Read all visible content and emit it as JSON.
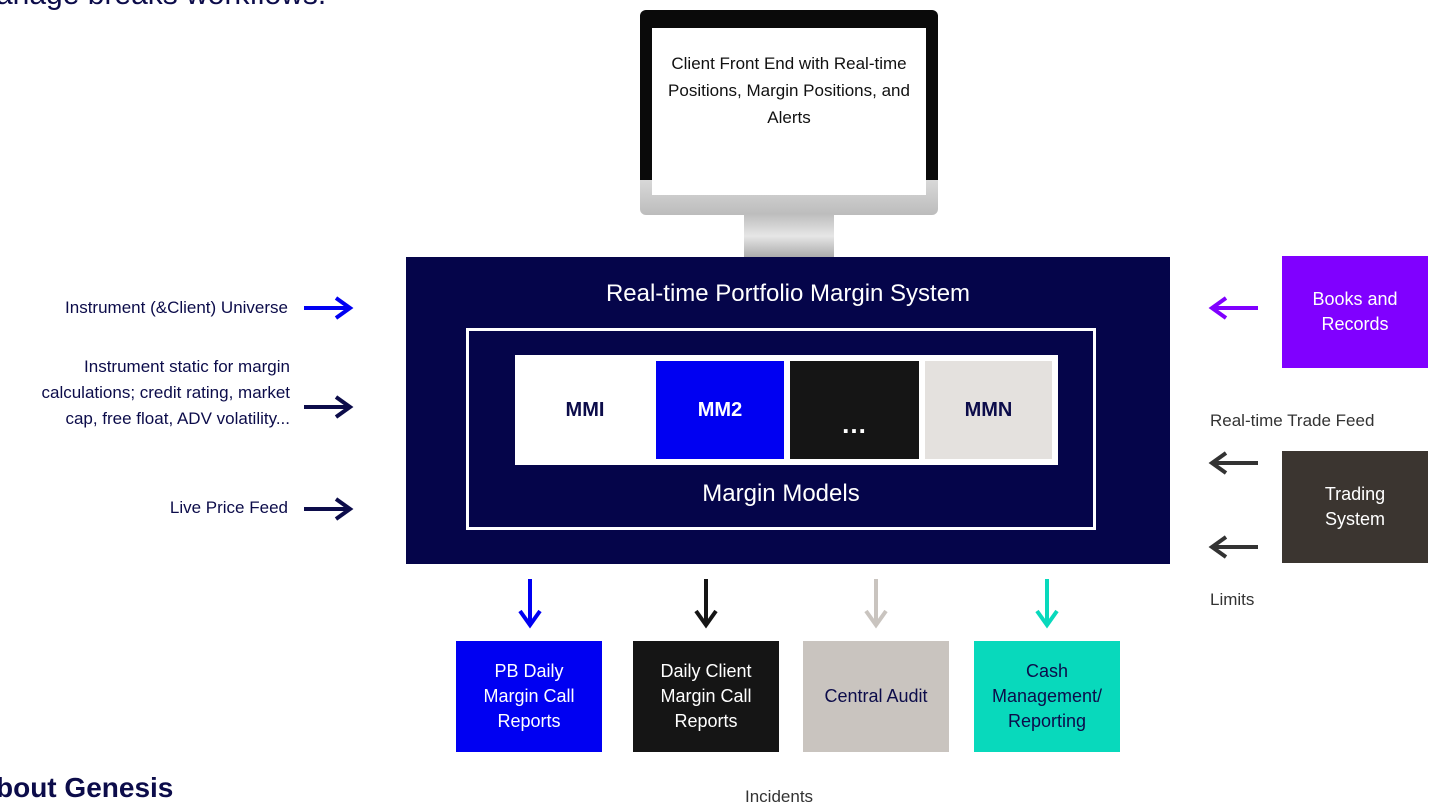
{
  "page": {
    "heading_top": "anage breaks workflows.",
    "heading_bottom": "bout Genesis"
  },
  "monitor": {
    "text": "Client Front End with Real-time Positions, Margin Positions, and Alerts"
  },
  "system": {
    "title": "Real-time Portfolio Margin System",
    "models_label": "Margin Models",
    "models": [
      {
        "label": "MMI",
        "bg": "#ffffff",
        "fg": "#0c0c4a"
      },
      {
        "label": "MM2",
        "bg": "#0000f2",
        "fg": "#ffffff"
      },
      {
        "label": "...",
        "bg": "#151515",
        "fg": "#ffffff"
      },
      {
        "label": "MMN",
        "bg": "#e4e1de",
        "fg": "#0c0c4a"
      }
    ]
  },
  "inputs_left": [
    {
      "label": "Instrument (&Client) Universe",
      "arrow_color": "#0000f2"
    },
    {
      "label": "Instrument static for margin calculations; credit rating, market cap, free float, ADV volatility...",
      "arrow_color": "#0c0c4a"
    },
    {
      "label": "Live Price Feed",
      "arrow_color": "#0c0c4a"
    }
  ],
  "inputs_right": {
    "books": {
      "label": "Books and Records",
      "bg": "#8000ff",
      "arrow_color": "#8000ff"
    },
    "trade_feed_label": "Real-time Trade Feed",
    "trading": {
      "label": "Trading System",
      "bg": "#3b3530"
    },
    "limits_label": "Limits",
    "arrow_color": "#333333"
  },
  "outputs": [
    {
      "label": "PB Daily Margin Call Reports",
      "bg": "#0000f2",
      "fg": "#ffffff",
      "arrow_color": "#0000f2"
    },
    {
      "label": "Daily Client Margin Call Reports",
      "bg": "#151515",
      "fg": "#ffffff",
      "arrow_color": "#151515"
    },
    {
      "label": "Central Audit",
      "bg": "#c9c4bf",
      "fg": "#0c0c4a",
      "arrow_color": "#c9c4bf"
    },
    {
      "label": "Cash Management/ Reporting",
      "bg": "#08d9bc",
      "fg": "#0c0c4a",
      "arrow_color": "#08d9bc"
    }
  ],
  "incidents_label": "Incidents"
}
